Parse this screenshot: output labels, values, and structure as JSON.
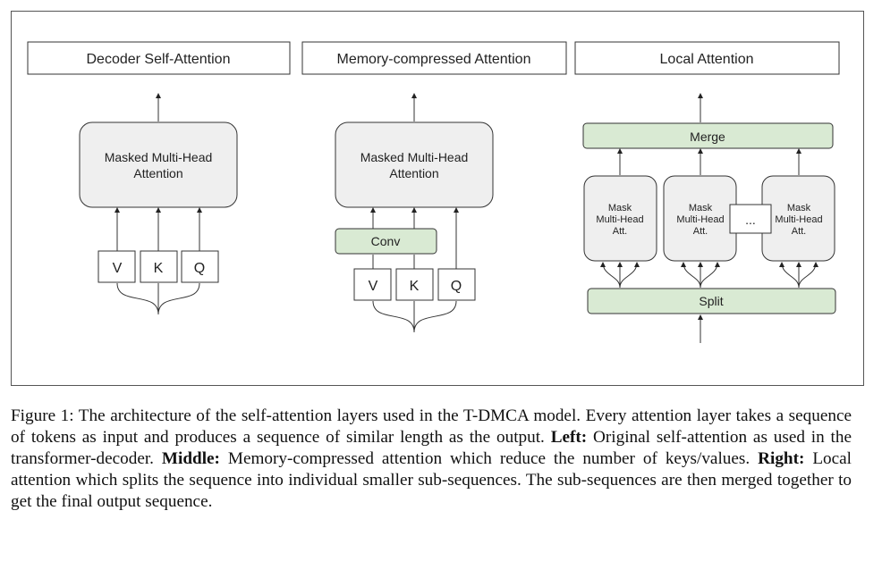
{
  "diagram": {
    "panels": {
      "left": {
        "title": "Decoder Self-Attention",
        "block_line1": "Masked Multi-Head",
        "block_line2": "Attention",
        "inputs": [
          "V",
          "K",
          "Q"
        ]
      },
      "middle": {
        "title": "Memory-compressed Attention",
        "block_line1": "Masked Multi-Head",
        "block_line2": "Attention",
        "conv": "Conv",
        "inputs": [
          "V",
          "K",
          "Q"
        ]
      },
      "right": {
        "title": "Local Attention",
        "merge": "Merge",
        "split": "Split",
        "att_line1": "Mask",
        "att_line2": "Multi-Head",
        "att_line3": "Att.",
        "ellipsis": "..."
      }
    },
    "colors": {
      "green_fill": "#d9ead3",
      "gray_fill": "#efefef",
      "stroke": "#333333"
    }
  },
  "caption": {
    "p1": "Figure 1: The architecture of the self-attention layers used in the T-DMCA model. Every attention layer takes a sequence of tokens as input and produces a sequence of similar length as the output. ",
    "left_label": "Left:",
    "left_text": " Original self-attention as used in the transformer-decoder. ",
    "middle_label": "Middle:",
    "middle_text": " Memory-compressed attention which reduce the number of keys/values. ",
    "right_label": "Right:",
    "right_text": " Local attention which splits the sequence into individual smaller sub-sequences. The sub-sequences are then merged together to get the final output sequence."
  }
}
